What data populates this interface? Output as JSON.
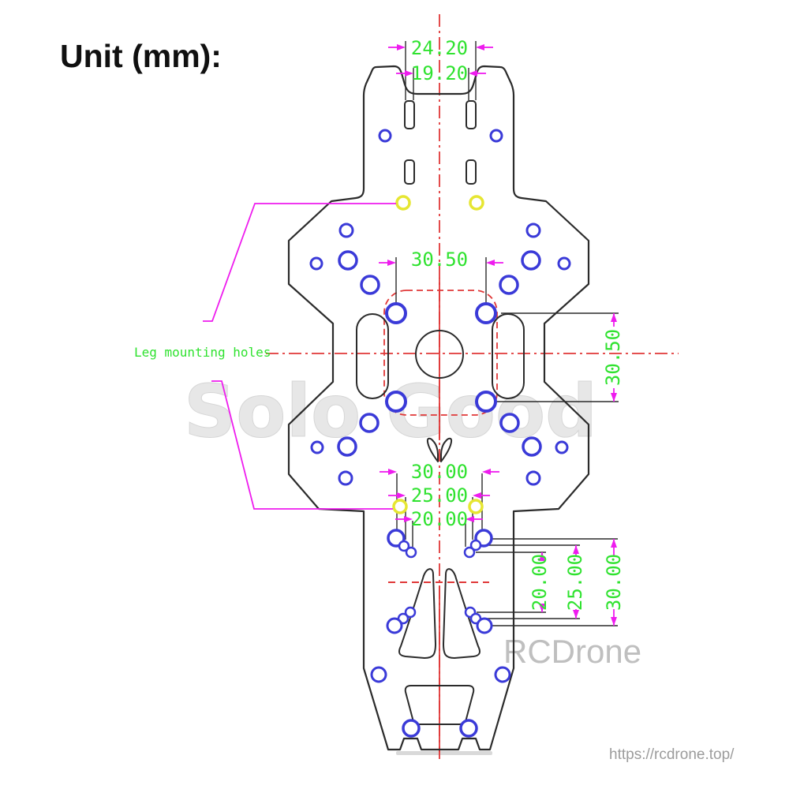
{
  "header": {
    "unit_label": "Unit (mm):"
  },
  "annotations": {
    "leg_holes_label": "Leg mounting holes"
  },
  "dimensions": {
    "slot_outer": "24.20",
    "slot_inner": "19.20",
    "mount_width": "30.50",
    "mount_height": "30.50",
    "lower_left_outer": "30.00",
    "lower_left_mid": "25.00",
    "lower_left_inner": "20.00",
    "lower_right_inner": "20.00",
    "lower_right_mid": "25.00",
    "lower_right_outer": "30.00"
  },
  "watermarks": {
    "center": "Solo Good",
    "brand": "RCDrone",
    "site_url": "https://rcdrone.top/"
  },
  "colors": {
    "dimension_text": "#2fe22f",
    "dimension_line": "#ee1cee",
    "centerline": "#e03838",
    "hole_outline": "#3a3ad8",
    "highlight_hole": "#e6e632",
    "frame_outline": "#2b2b2b"
  }
}
